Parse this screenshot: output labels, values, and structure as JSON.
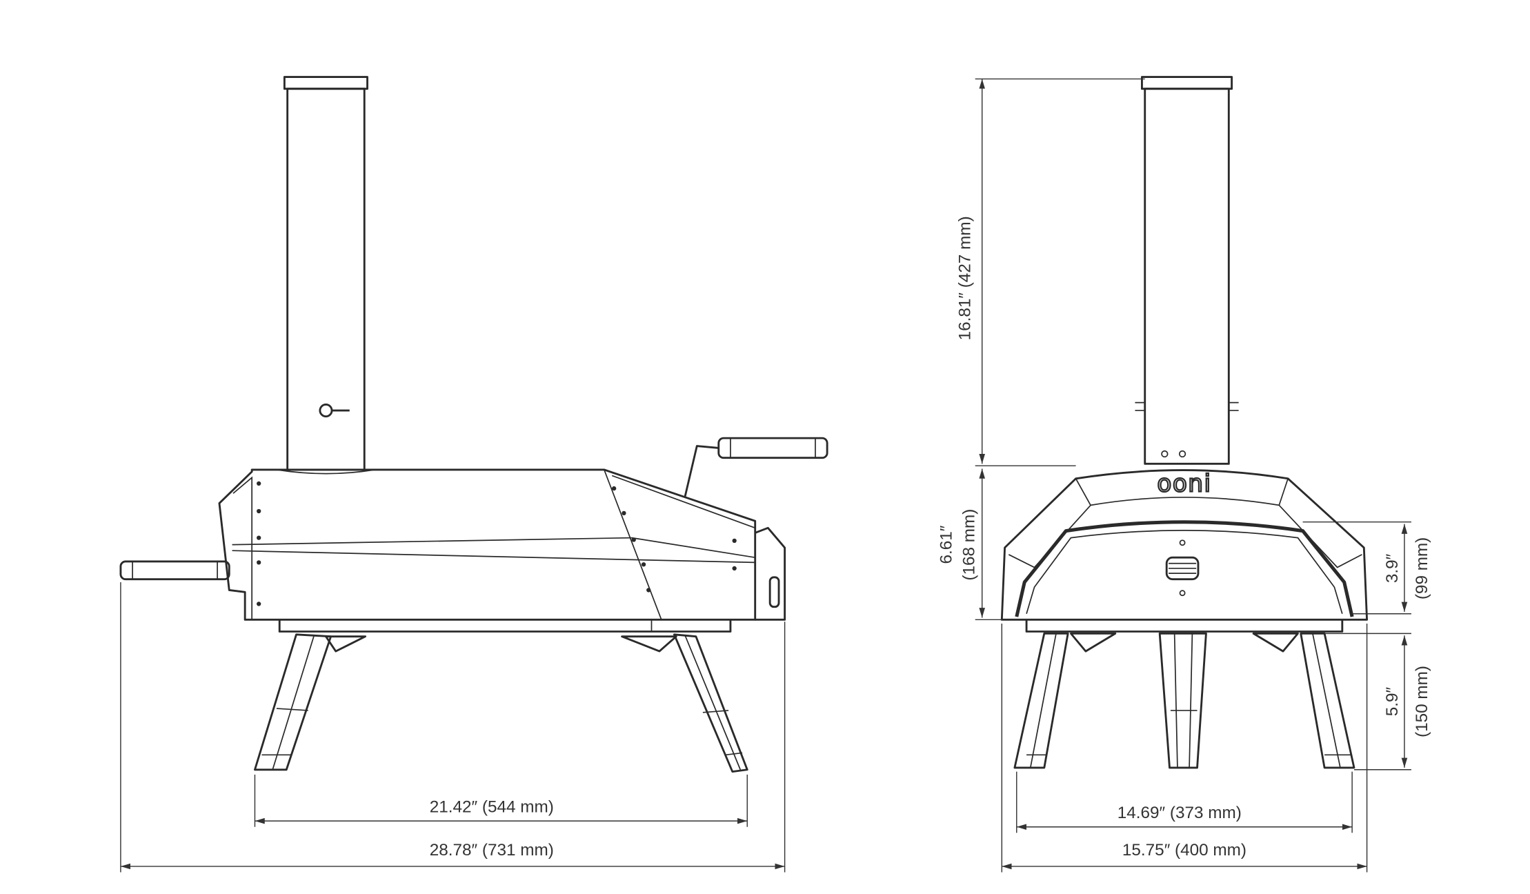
{
  "brand": {
    "logo": "ooni"
  },
  "side_view": {
    "leg_span": "21.42″ (544 mm)",
    "overall_length": "28.78″ (731 mm)"
  },
  "front_view": {
    "chimney_height": "16.81″ (427 mm)",
    "body_height_in": "6.61″",
    "body_height_mm": "(168 mm)",
    "opening_height_in": "3.9″",
    "opening_height_mm": "(99 mm)",
    "leg_height_in": "5.9″",
    "leg_height_mm": "(150 mm)",
    "leg_span": "14.69″ (373 mm)",
    "overall_width": "15.75″ (400 mm)"
  }
}
